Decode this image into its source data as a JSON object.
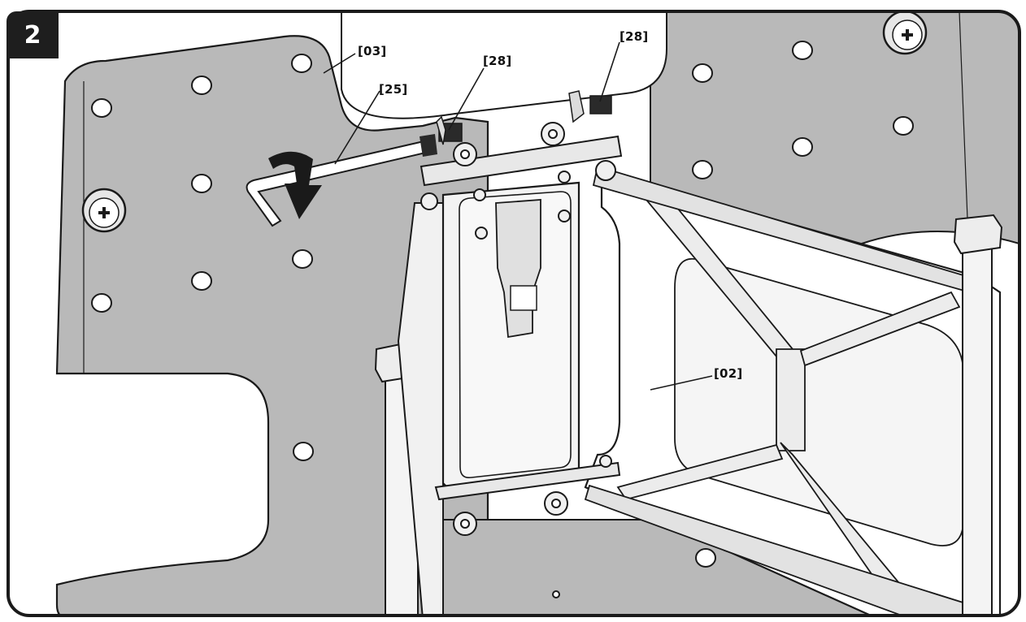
{
  "step": {
    "number": "2"
  },
  "callouts": {
    "part_03": "[03]",
    "part_25": "[25]",
    "part_28_left": "[28]",
    "part_28_right": "[28]",
    "part_02": "[02]"
  },
  "colors": {
    "plate": "#b9b9b9",
    "plate_shadow": "#a9a9a9",
    "metal_light": "#f2f2f2",
    "metal_mid": "#d6d6d6",
    "outline": "#1a1a1a",
    "badge": "#1e1e1e",
    "background": "#ffffff"
  },
  "icons": {
    "rotation_arrow": "clockwise-rotation-arrow-icon",
    "screw": "phillips-screw-icon"
  }
}
